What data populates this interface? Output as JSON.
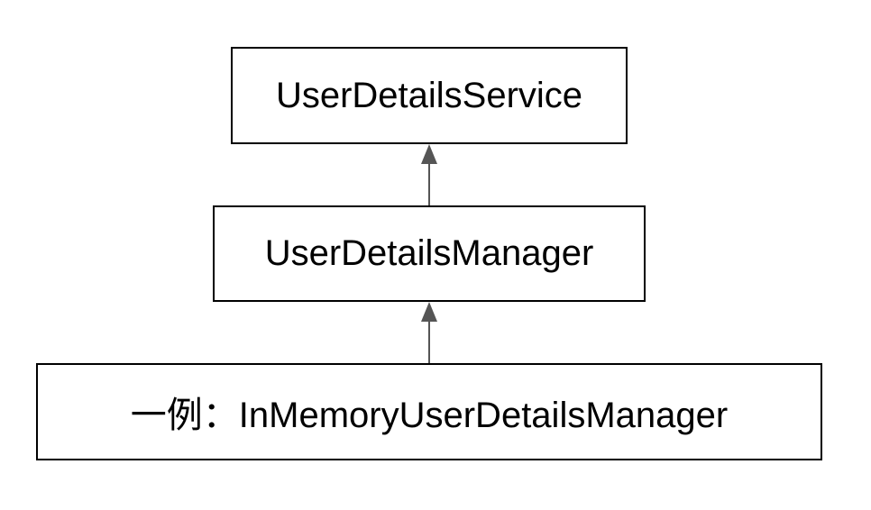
{
  "diagram": {
    "nodes": [
      {
        "id": "user-details-service",
        "label": "UserDetailsService"
      },
      {
        "id": "user-details-manager",
        "label": "UserDetailsManager"
      },
      {
        "id": "in-memory-user-details-manager",
        "label": "一例：InMemoryUserDetailsManager"
      }
    ],
    "edges": [
      {
        "from": "user-details-manager",
        "to": "user-details-service",
        "type": "inheritance"
      },
      {
        "from": "in-memory-user-details-manager",
        "to": "user-details-manager",
        "type": "inheritance"
      }
    ],
    "colors": {
      "border": "#000000",
      "arrow": "#555555",
      "background": "#ffffff"
    }
  }
}
